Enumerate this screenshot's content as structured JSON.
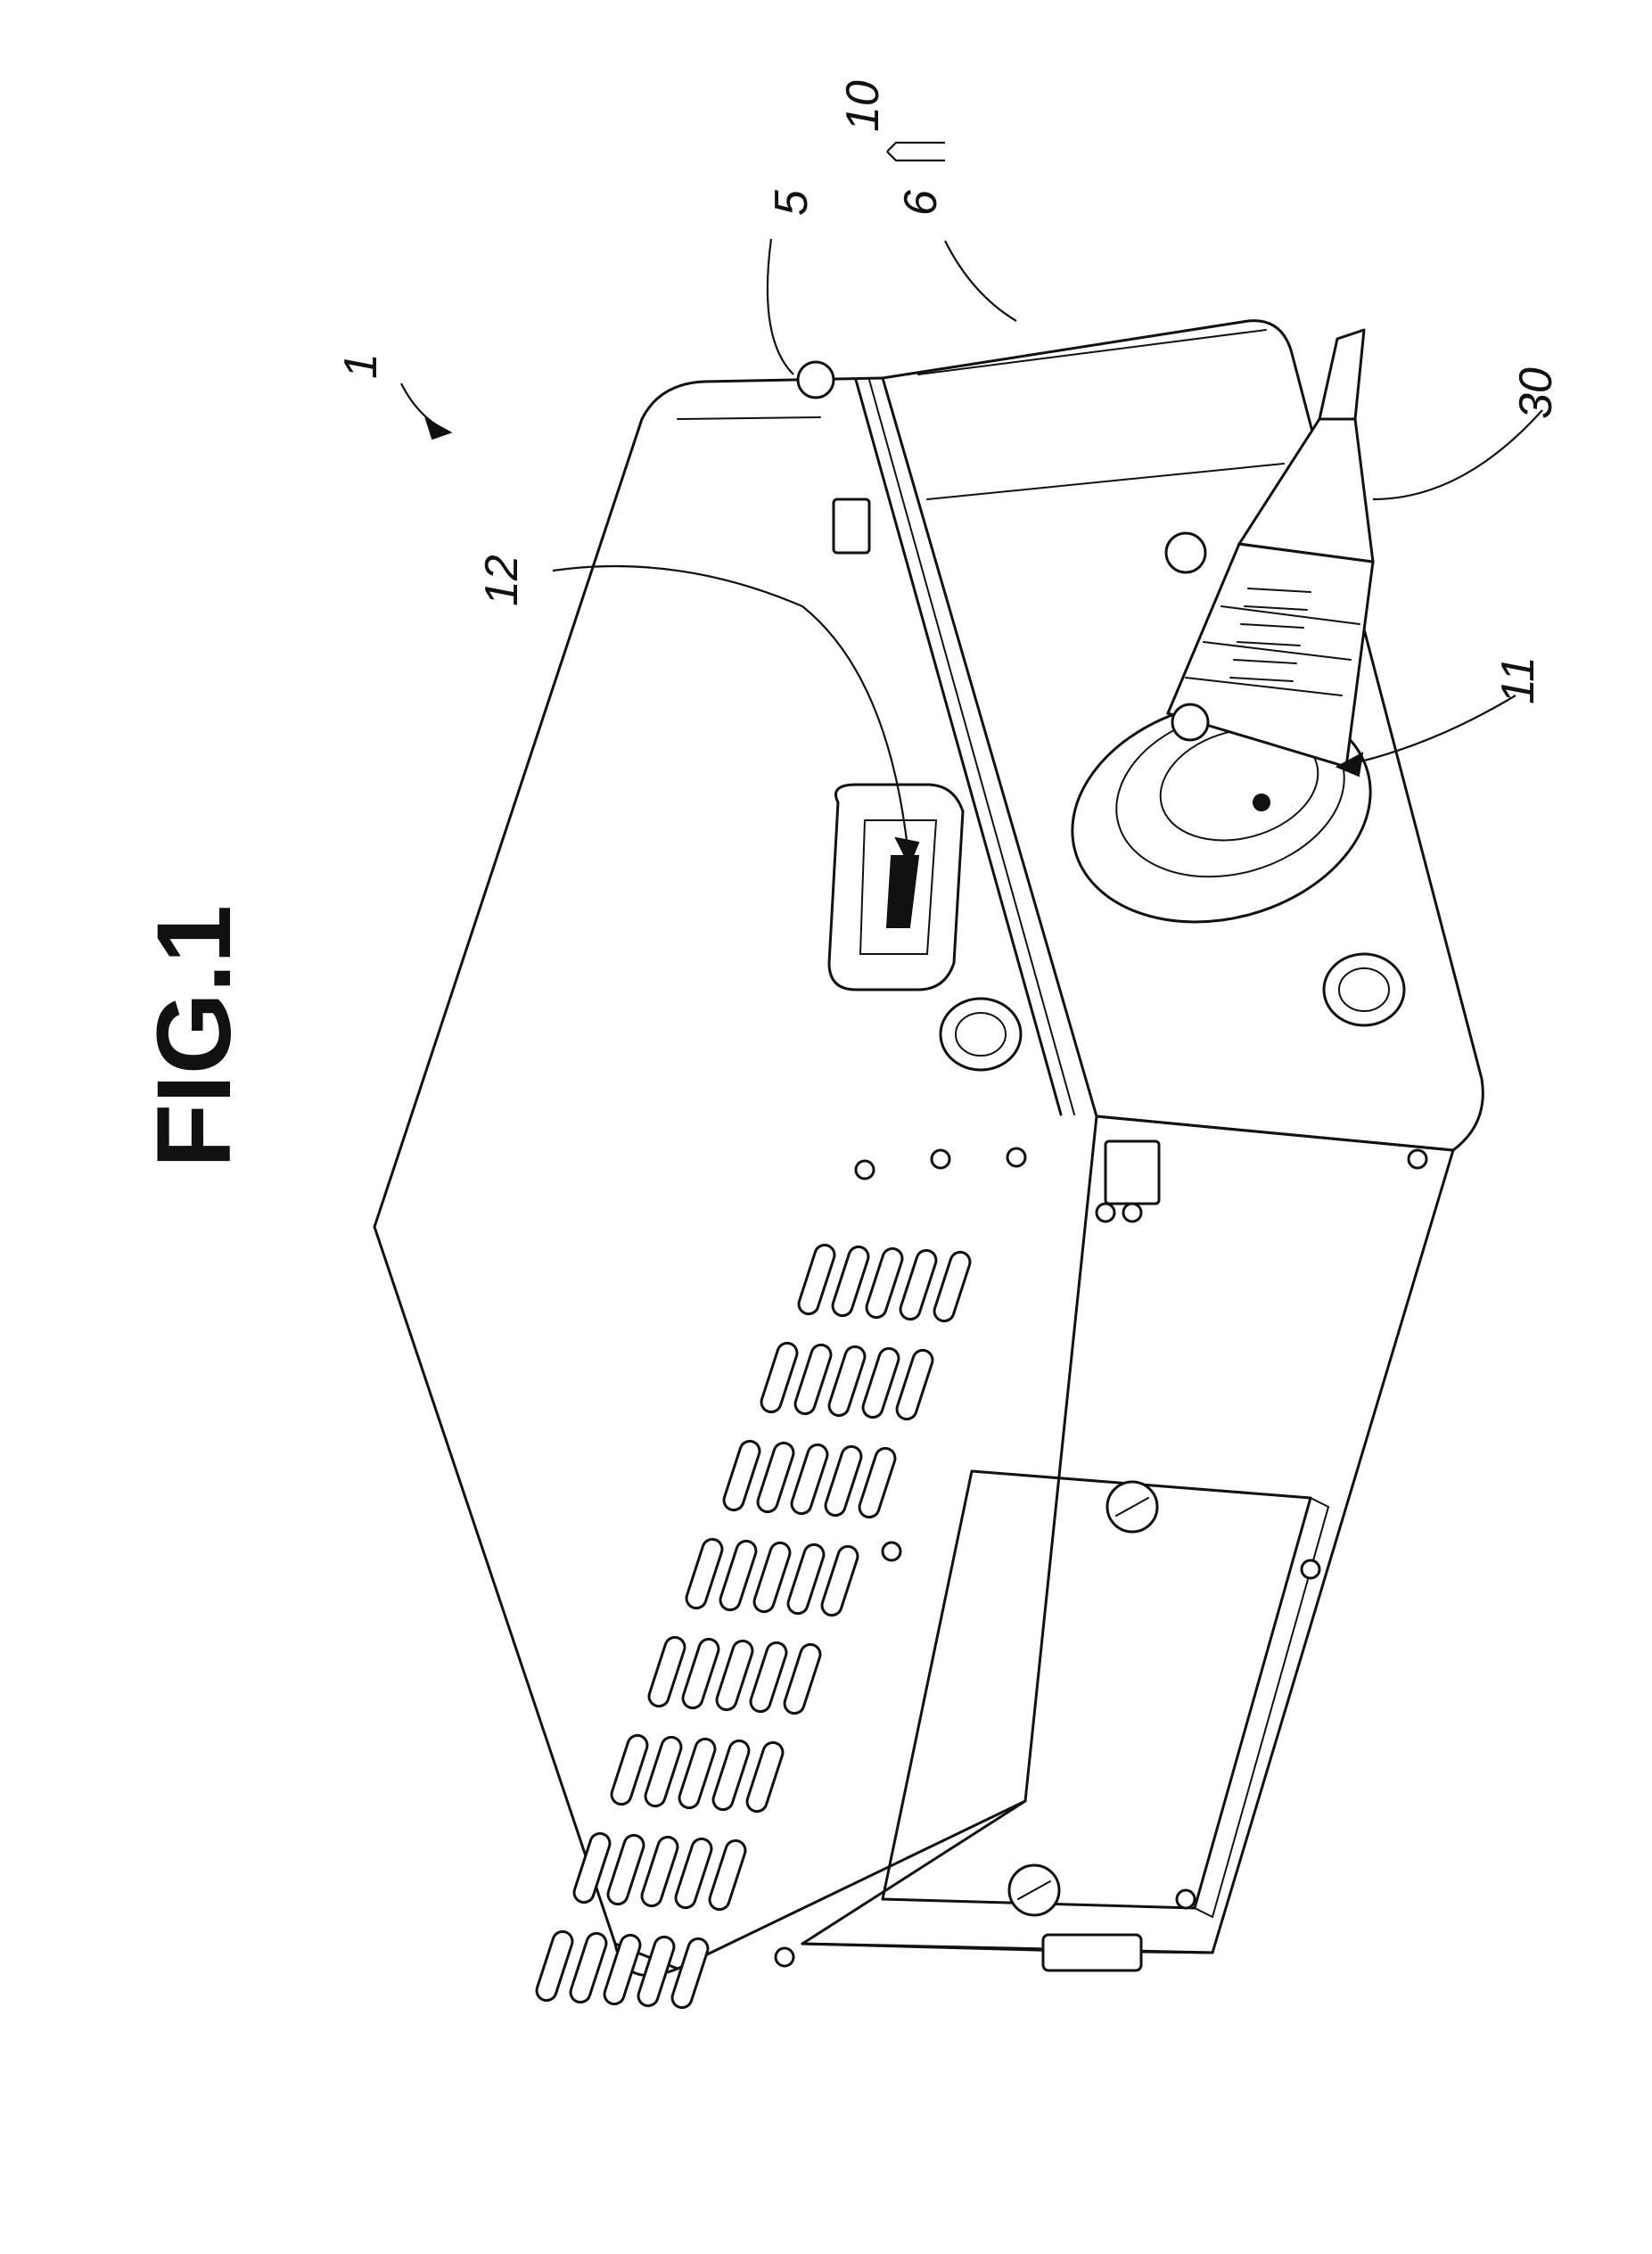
{
  "figure": {
    "title": "FIG.1",
    "labels": {
      "device": "1",
      "part_5": "5",
      "part_6": "6",
      "group_10": "10",
      "part_11": "11",
      "part_12": "12",
      "part_30": "30"
    }
  }
}
